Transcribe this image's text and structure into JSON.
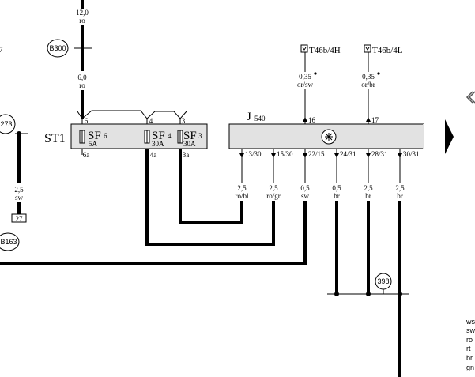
{
  "components": {
    "B300": "B300",
    "B273": "273",
    "B163": "B163",
    "B398": "398",
    "ST1": "ST1",
    "J540": "J",
    "J540_sub": "540",
    "T4H": "T46b/4H",
    "T4L": "T46b/4L",
    "ground27": "27"
  },
  "fuses": [
    {
      "name": "SF",
      "num": "6",
      "rating": "5A",
      "pin_top": "6",
      "pin_bottom": "6a"
    },
    {
      "name": "SF",
      "num": "4",
      "rating": "30A",
      "pin_top": "4",
      "pin_bottom": "4a"
    },
    {
      "name": "SF",
      "num": "3",
      "rating": "30A",
      "pin_top": "3",
      "pin_bottom": "3a"
    }
  ],
  "wires": {
    "top_main": {
      "size": "12,0",
      "color": "ro"
    },
    "b300_to_st1": {
      "size": "6,0",
      "color": "ro"
    },
    "left_gnd": {
      "size": "2,5",
      "color": "sw"
    },
    "t4h": {
      "size": "0,35",
      "color": "or/sw",
      "pin": "16"
    },
    "t4l": {
      "size": "0,35",
      "color": "or/br",
      "pin": "17"
    },
    "j540_pins": [
      {
        "pin": "13/30",
        "size": "2,5",
        "color": "ro/bl"
      },
      {
        "pin": "15/30",
        "size": "2,5",
        "color": "ro/gr"
      },
      {
        "pin": "22/15",
        "size": "0,5",
        "color": "sw"
      },
      {
        "pin": "24/31",
        "size": "0,5",
        "color": "br"
      },
      {
        "pin": "28/31",
        "size": "2,5",
        "color": "br"
      },
      {
        "pin": "30/31",
        "size": "2,5",
        "color": "br"
      }
    ]
  },
  "legend": [
    "ws",
    "sw",
    "ro",
    "rt",
    "br",
    "gn"
  ],
  "edge_fragment": "7"
}
